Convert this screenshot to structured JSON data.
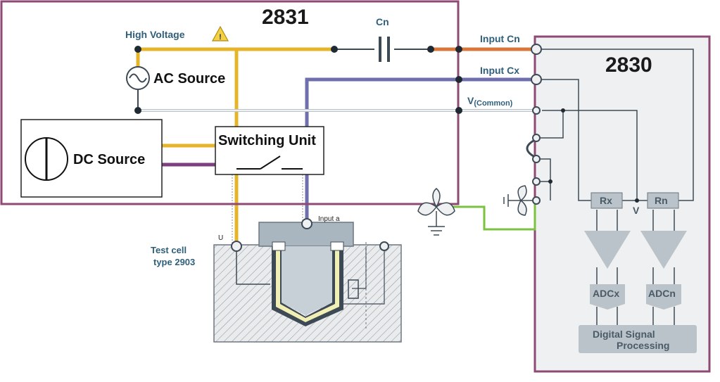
{
  "colors": {
    "enclosure_2831": "#8e4a74",
    "enclosure_2830": "#8e4a74",
    "high_voltage": "#e6b429",
    "input_cn": "#d9773b",
    "input_cx": "#6f6fae",
    "dc_line": "#7e3f7e",
    "ground_green": "#7cc242",
    "block_gray": "#b9c3c9",
    "label_blue": "#2f5f7a"
  },
  "labels": {
    "unit_2831": "2831",
    "unit_2830": "2830",
    "high_voltage": "High Voltage",
    "cn": "Cn",
    "ac_source": "AC Source",
    "dc_source": "DC Source",
    "switching_unit": "Switching Unit",
    "input_cn": "Input Cn",
    "input_cx": "Input Cx",
    "v_common": "V",
    "v_common_sub": "(Common)",
    "test_cell_1": "Test cell",
    "test_cell_2": "type 2903",
    "u": "U",
    "input_a": "Input a",
    "rx": "Rx",
    "rn": "Rn",
    "v_node": "V",
    "adcx": "ADCx",
    "adcn": "ADCn",
    "dsp_1": "Digital Signal",
    "dsp_2": "Processing"
  },
  "icons": {
    "warning": "warning-triangle-icon",
    "ac_symbol": "sine-wave-icon",
    "dc_symbol": "dc-source-icon",
    "capacitor": "capacitor-icon",
    "switch": "switch-icon",
    "ground": "ground-icon"
  }
}
